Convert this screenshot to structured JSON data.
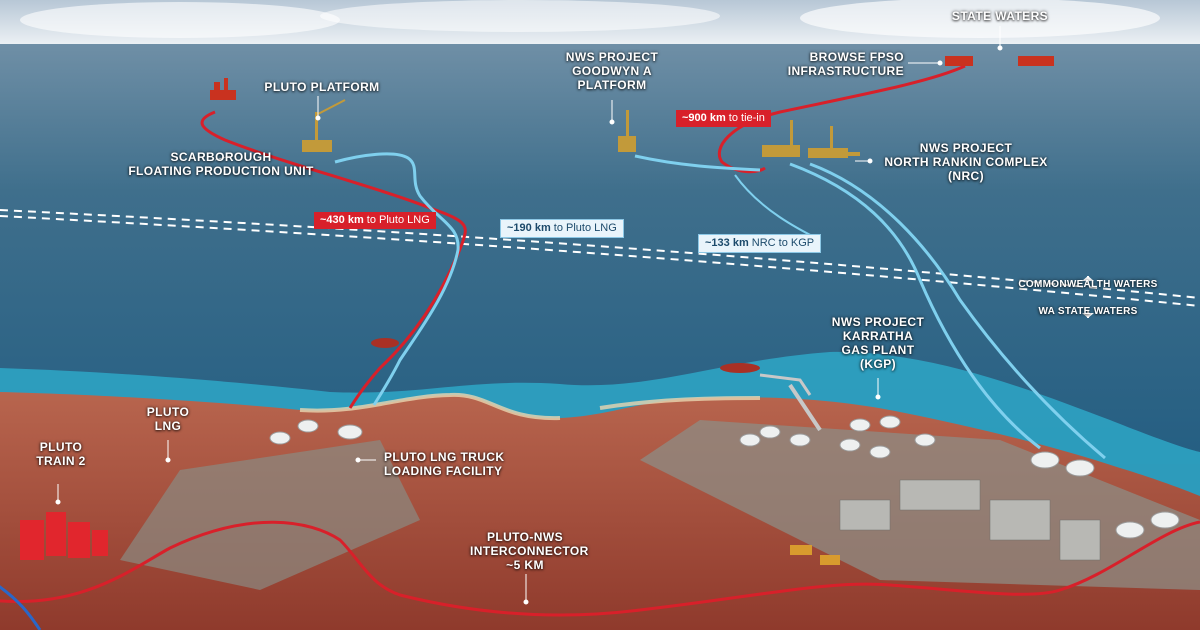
{
  "labels": {
    "state_waters_top": "STATE WATERS",
    "browse_fpso": [
      "BROWSE FPSO",
      "INFRASTRUCTURE"
    ],
    "goodwyn": [
      "NWS PROJECT",
      "GOODWYN A",
      "PLATFORM"
    ],
    "pluto_platform": "PLUTO PLATFORM",
    "scarborough": [
      "SCARBOROUGH",
      "FLOATING PRODUCTION UNIT"
    ],
    "nrc": [
      "NWS PROJECT",
      "NORTH RANKIN COMPLEX",
      "(NRC)"
    ],
    "commonwealth_waters": "COMMONWEALTH WATERS",
    "wa_state_waters": "WA STATE WATERS",
    "kgp": [
      "NWS PROJECT",
      "KARRATHA",
      "GAS PLANT",
      "(KGP)"
    ],
    "pluto_lng": [
      "PLUTO",
      "LNG"
    ],
    "pluto_train2": [
      "PLUTO",
      "TRAIN 2"
    ],
    "truck_loading": [
      "PLUTO LNG TRUCK",
      "LOADING FACILITY"
    ],
    "interconnector": [
      "PLUTO-NWS",
      "INTERCONNECTOR",
      "~5 km"
    ]
  },
  "distance_tags": {
    "tie_in": {
      "value": "~900 km",
      "text": " to tie-in",
      "color": "red"
    },
    "pluto_red": {
      "value": "~430 km",
      "text": " to Pluto LNG",
      "color": "red"
    },
    "pluto_blue": {
      "value": "~190 km",
      "text": " to Pluto LNG",
      "color": "blue"
    },
    "nrc_kgp": {
      "value": "~133 km",
      "text": " NRC to KGP",
      "color": "blue"
    }
  },
  "colors": {
    "red_pipeline": "#d8202a",
    "blue_pipeline": "#7fd0ee",
    "ocean": "#3a6f8c",
    "land": "#a24234"
  }
}
